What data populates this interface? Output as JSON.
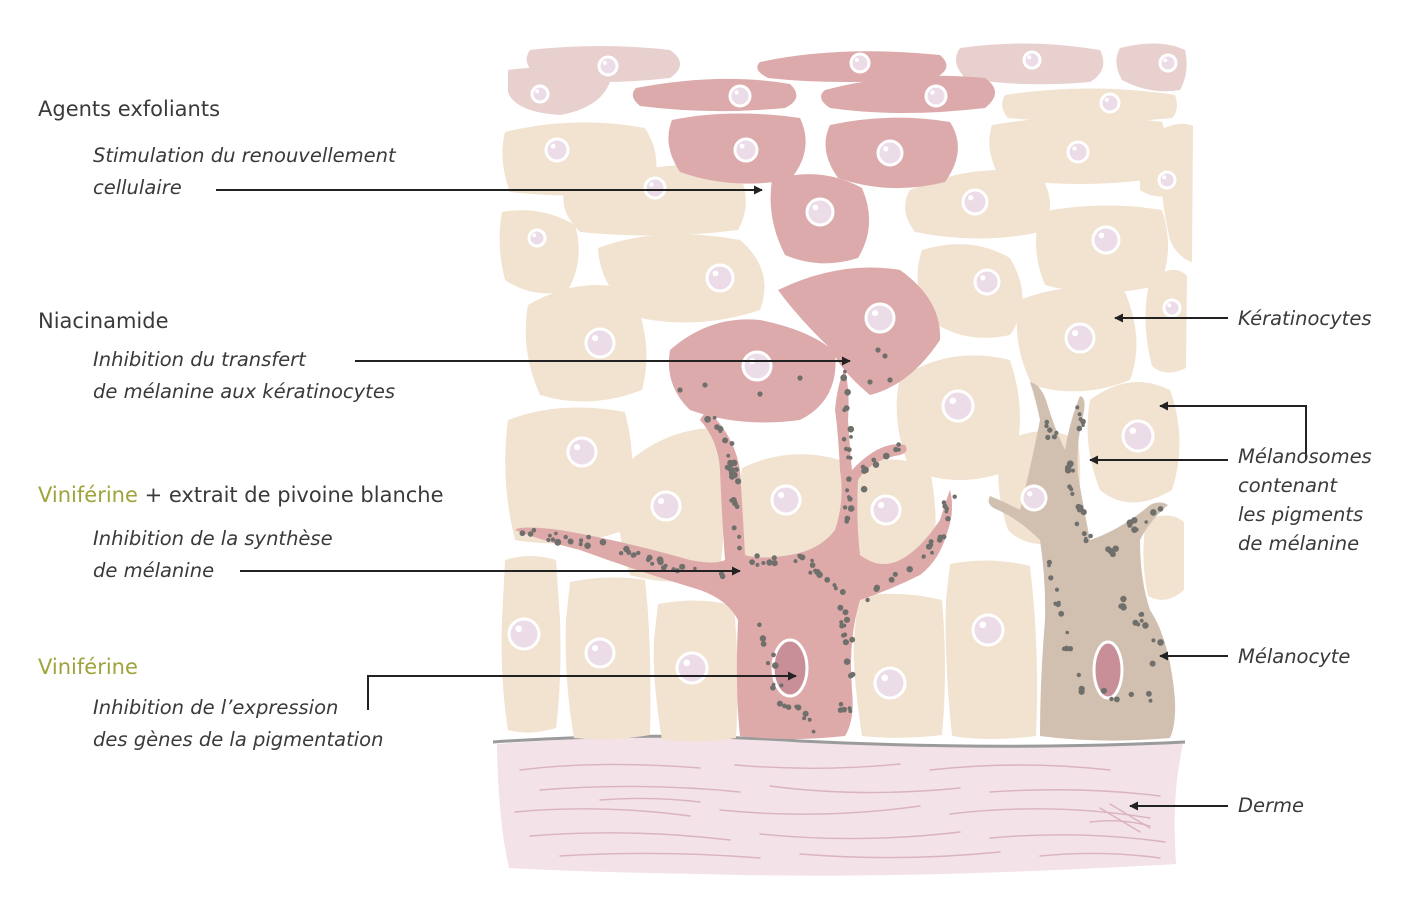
{
  "colors": {
    "keratinocyte": "#f1e3cf",
    "pink_cell": "#dcaaab",
    "pink_top": "#e8d0cf",
    "melanocyte_pink": "#deaaa9",
    "melanocyte_beige": "#d1bfb0",
    "melanosome": "#6f6f6c",
    "dermis": "#f3e2e7",
    "dermis_lines": "#d9b3bd",
    "nucleus": "#ecdce8",
    "text": "#3a3a3a",
    "accent_green": "#9fa33a"
  },
  "left_labels": [
    {
      "id": "exfoliants",
      "heading_plain": "Agents exfoliants",
      "description": "Stimulation du renouvellement\ncellulaire"
    },
    {
      "id": "niacinamide",
      "heading_plain": "Niacinamide",
      "description": "Inhibition du transfert\nde mélanine aux kératinocytes"
    },
    {
      "id": "viniferine-pivoine",
      "heading_green": "Viniférine",
      "heading_plain": " + extrait de pivoine blanche",
      "description": "Inhibition de la synthèse\nde mélanine"
    },
    {
      "id": "viniferine",
      "heading_green": "Viniférine",
      "description": "Inhibition de l’expression\ndes gènes de la pigmentation"
    }
  ],
  "right_labels": [
    {
      "id": "keratinocytes",
      "text": "Kératinocytes"
    },
    {
      "id": "melanosomes",
      "text": "Mélanosomes\ncontenant\nles pigments\nde mélanine"
    },
    {
      "id": "melanocyte",
      "text": "Mélanocyte"
    },
    {
      "id": "derme",
      "text": "Derme"
    }
  ]
}
